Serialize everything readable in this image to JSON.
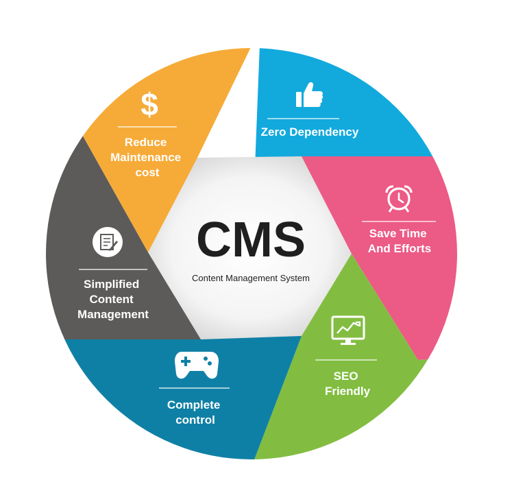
{
  "center": {
    "title": "CMS",
    "subtitle": "Content Management System"
  },
  "segments": [
    {
      "key": "zero-dependency",
      "lines": [
        "Zero Dependency"
      ],
      "color": "#12a9dd",
      "icon": "thumbs-up-icon"
    },
    {
      "key": "save-time",
      "lines": [
        "Save Time",
        "And Efforts"
      ],
      "color": "#ec5a86",
      "icon": "alarm-clock-icon"
    },
    {
      "key": "seo-friendly",
      "lines": [
        "SEO",
        "Friendly"
      ],
      "color": "#82bd41",
      "icon": "monitor-chart-icon"
    },
    {
      "key": "complete-control",
      "lines": [
        "Complete",
        "control"
      ],
      "color": "#0f80a5",
      "icon": "gamepad-icon"
    },
    {
      "key": "simplified-content",
      "lines": [
        "Simplified",
        "Content",
        "Management"
      ],
      "color": "#5c5b59",
      "icon": "document-edit-icon"
    },
    {
      "key": "reduce-maintenance",
      "lines": [
        "Reduce",
        "Maintenance",
        "cost"
      ],
      "color": "#f6ab38",
      "icon": "dollar-icon"
    }
  ]
}
